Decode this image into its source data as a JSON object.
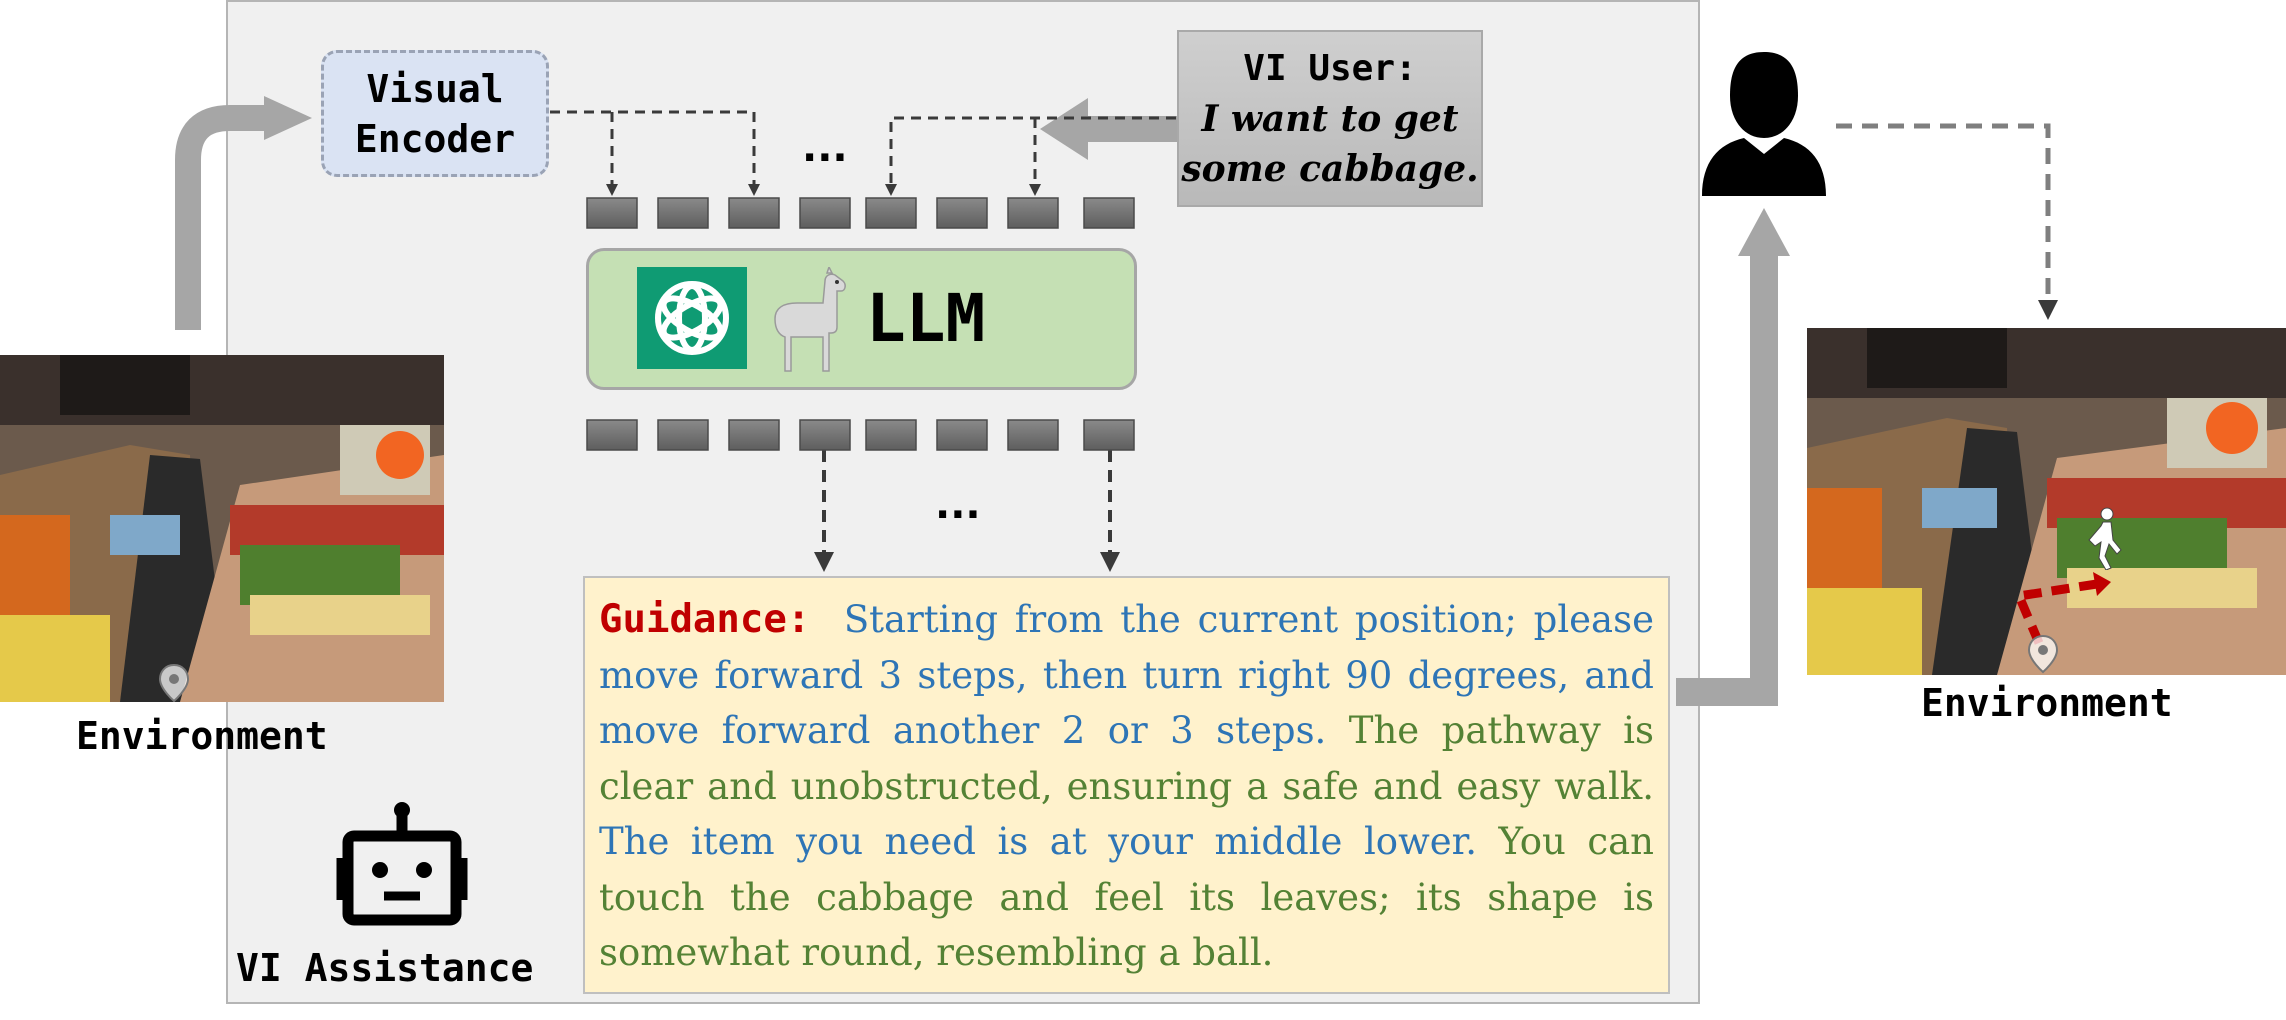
{
  "visual_encoder": {
    "label": "Visual\nEncoder"
  },
  "vi_user": {
    "label": "VI User:",
    "quote": "I want to get\nsome cabbage."
  },
  "llm": {
    "label": "LLM",
    "icons": [
      "openai-logo",
      "llama-icon"
    ]
  },
  "ellipsis": {
    "top": "...",
    "bottom": "..."
  },
  "guidance": {
    "heading": "Guidance:",
    "segments": [
      {
        "text": "Starting from the current position; please move forward 3 steps, then turn right 90 degrees, and move forward another 2 or 3 steps.",
        "color": "#2e75b6"
      },
      {
        "text": "The pathway is clear and unobstructed, ensuring a safe and easy walk.",
        "color": "#548235"
      },
      {
        "text": "The item you need is at your middle lower.",
        "color": "#2e75b6"
      },
      {
        "text": "You can touch the cabbage and feel its leaves; its shape is somewhat round, resembling a ball.",
        "color": "#548235"
      }
    ]
  },
  "environment_left": {
    "label": "Environment",
    "icon": "location-pin-icon"
  },
  "environment_right": {
    "label": "Environment",
    "icons": [
      "walking-person-icon",
      "location-pin-icon"
    ]
  },
  "assistant": {
    "label": "VI Assistance",
    "icon": "robot-icon"
  },
  "user_icon": "person-silhouette-icon",
  "colors": {
    "panel": "#f0f0f0",
    "encoder": "#dae3f3",
    "llm": "#c5e0b4",
    "guidance_bg": "#fff2cc",
    "guidance_heading": "#c00000",
    "text_blue": "#2e75b6",
    "text_green": "#548235",
    "path_red": "#c00000"
  }
}
